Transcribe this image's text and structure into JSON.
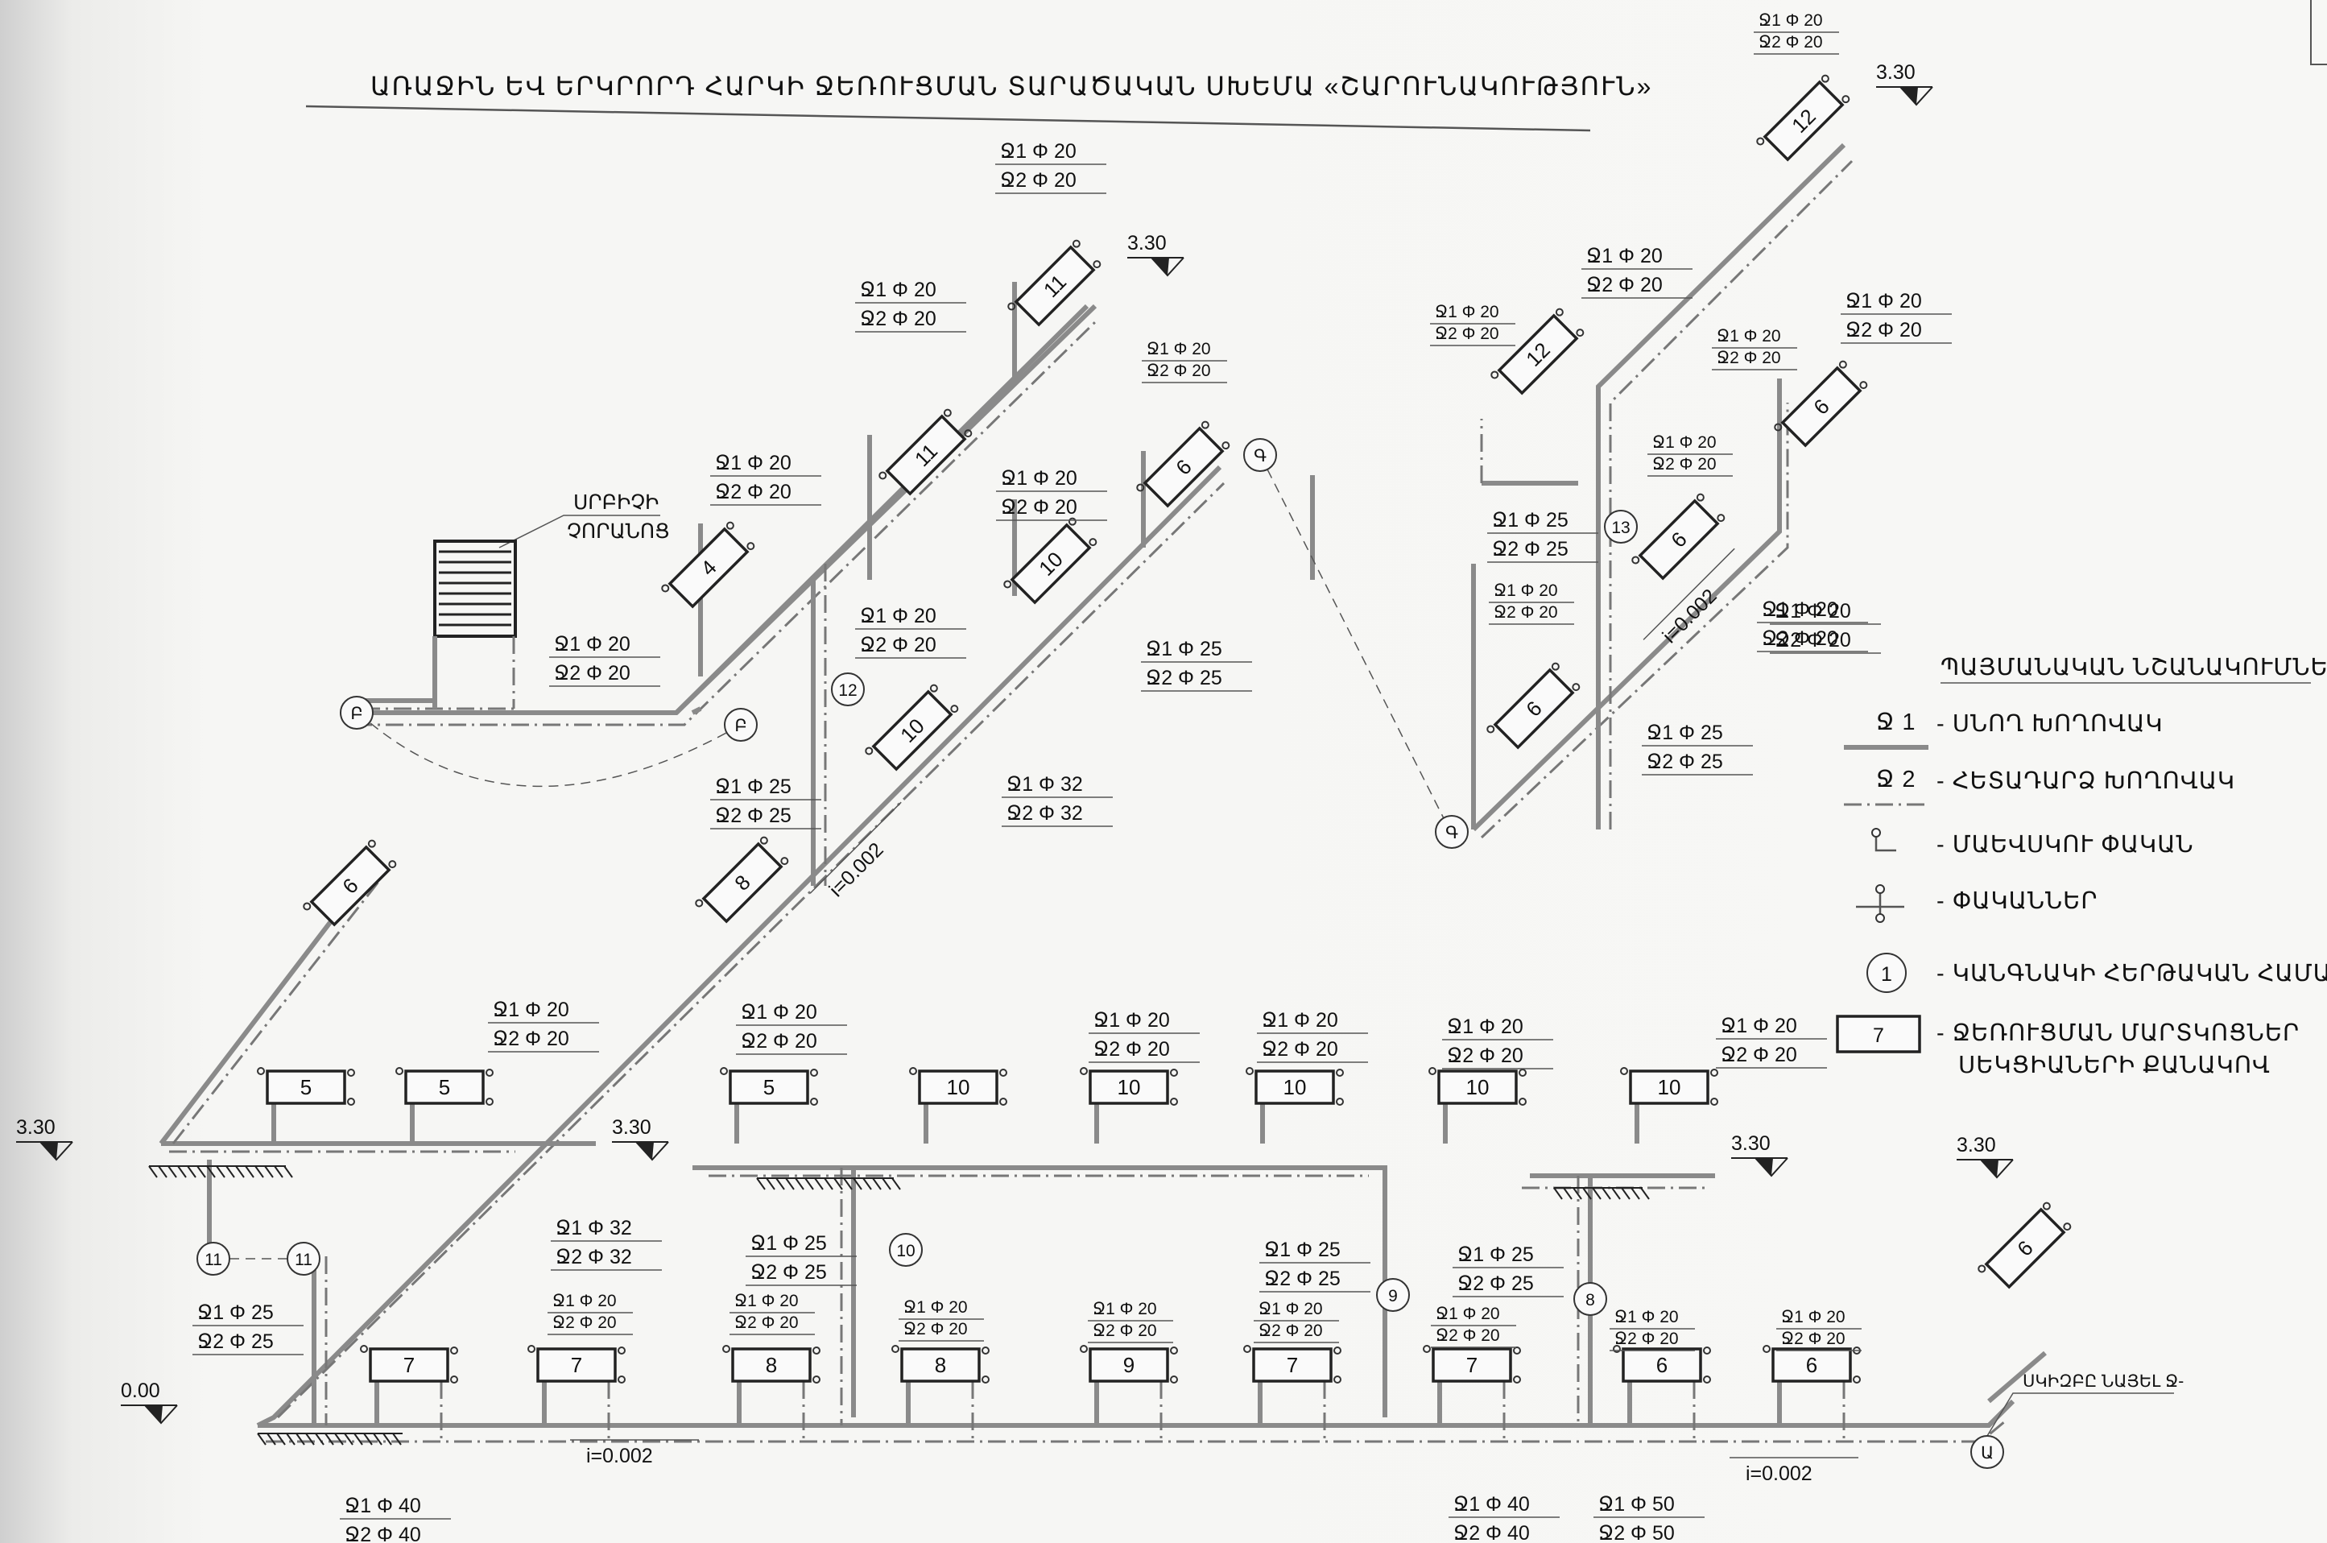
{
  "title": "ԱՌԱՋԻՆ ԵՎ ԵՐԿՐՈՐԴ ՀԱՐԿԻ ՋԵՌՈՒՑՄԱՆ ՏԱՐԱԾԱԿԱՆ ՍԽԵՄԱ «ՇԱՐՈՒՆԱԿՈՒԹՅՈՒՆ»",
  "legend": {
    "heading": "ՊԱՅՄԱՆԱԿԱՆ ՆՇԱՆԱԿՈՒՄՆԵՐ",
    "items": [
      {
        "sym": "Ջ 1",
        "text": "- ՍՆՈՂ ԽՈՂՈՎԱԿ"
      },
      {
        "sym": "Ջ 2",
        "text": "- ՀԵՏԱԴԱՐՁ ԽՈՂՈՎԱԿ"
      },
      {
        "sym": "",
        "text": "- ՄԱԵՎՍԿՈՒ ՓԱԿԱՆ"
      },
      {
        "sym": "",
        "text": "- ՓԱԿԱՆՆԵՐ"
      },
      {
        "sym": "1",
        "text": "- ԿԱՆԳՆԱԿԻ ՀԵՐԹԱԿԱՆ ՀԱՄԱՐԸ"
      },
      {
        "sym": "7",
        "text": "- ՋԵՌՈՒՑՄԱՆ ՄԱՐՏԿՈՑՆԵՐ",
        "text2": "ՍԵԿՑԻԱՆԵՐԻ ՔԱՆԱԿՈՎ"
      }
    ]
  },
  "towel_dryer_label": [
    "ՍՐԲԻՉԻ",
    "ՉՈՐԱՆՈՑ"
  ],
  "start_note": "ՍԿԻԶԲԸ ՆԱՅԵԼ Ջ-",
  "slope_label": "i=0.002",
  "elevations": [
    "3.30",
    "0.00"
  ],
  "nodes": [
    "Ա",
    "Բ",
    "Գ",
    "11",
    "12",
    "13",
    "10",
    "9",
    "8"
  ],
  "pipe_labels": [
    "Ջ1 Φ 20",
    "Ջ2 Φ 20",
    "Ջ1 Φ 25",
    "Ջ2 Φ 25",
    "Ջ1 Φ 32",
    "Ջ2 Φ 32",
    "Ջ1 Φ 40",
    "Ջ2 Φ 40",
    "Ջ1 Φ 50",
    "Ջ2 Φ 50"
  ],
  "radiators_floor1": [
    "7",
    "7",
    "8",
    "8",
    "9",
    "7",
    "7",
    "6",
    "6"
  ],
  "radiators_floor1_upper": [
    "5",
    "5",
    "5",
    "10",
    "10",
    "10",
    "10",
    "10"
  ],
  "radiators_upper": [
    "6",
    "4",
    "11",
    "11",
    "6",
    "10",
    "10",
    "8",
    "12",
    "12",
    "6",
    "6",
    "6",
    "6"
  ]
}
